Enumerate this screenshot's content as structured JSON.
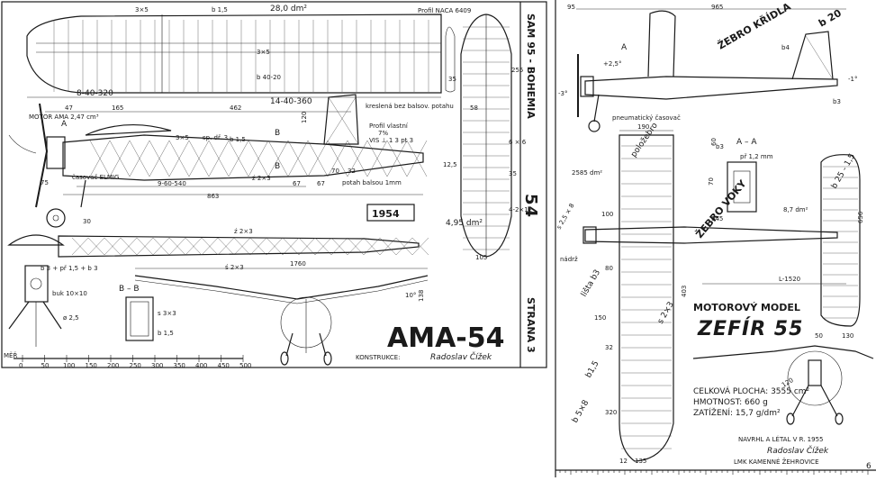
{
  "left_sheet": {
    "side_title": "SAM 95 - BOHEMIA",
    "issue": "54",
    "page": "STRANA 3",
    "year_badge": "1954",
    "title": "AMA-54",
    "designer_label": "KONSTRUKCE:",
    "designer_sig": "Radoslav Čížek",
    "wing_area": "28,0 dm²",
    "stab_area": "4,95 dm²",
    "profile_wing": "Profil NACA 6409",
    "motor_label": "MOTOR AMA 2,47 cm³",
    "timer": "časovač ELMIG",
    "a_label": "A",
    "b_label": "B",
    "section_bb": "B – B",
    "dims": {
      "d840": "8-40-320",
      "d1440": "14-40-360",
      "d47": "47",
      "d165": "165",
      "d462": "462",
      "d9540": "9-60-540",
      "d863": "863",
      "d1760": "1760",
      "d75": "75",
      "d67a": "67",
      "d67b": "67",
      "d70": "70",
      "d32": "32",
      "d58": "58",
      "d255": "255",
      "d35": "35",
      "d125": "12,5",
      "d105": "105",
      "d120": "120",
      "d56": "56",
      "d30": "30",
      "d138": "138",
      "d10": "10°",
      "d250": "250"
    },
    "notes": {
      "n1": "b 1,5",
      "n2": "3×5",
      "n3": "3×5",
      "n4": "b 40-20",
      "n5": "kreslená bez balsov. potahu",
      "n6": "Profil vlastní",
      "n7": "7%",
      "n8": "VIS ⊥ 1 3 pt 3",
      "n9": "potah balsou 1mm",
      "n10": "ź 2×3",
      "n11": "b 3 + př 1,5 + b 3",
      "n12": "buk 10×10",
      "n13": "ø 2,5",
      "n14": "s 3×3",
      "n15": "b 1,5",
      "n16": "6 × 6",
      "n17": "ź 2×3",
      "n18": "ś 2×3",
      "n19": "sp. dř. 3",
      "n20": "4-2×12"
    },
    "scale_label": "MĚŘ",
    "scale_ticks": [
      "0",
      "50",
      "100",
      "150",
      "200",
      "250",
      "300",
      "350",
      "400",
      "450",
      "500"
    ]
  },
  "right_sheet": {
    "title_line1": "MOTOROVÝ MODEL",
    "title_line2": "ZEFÍR 55",
    "spec_area": "CELKOVÁ PLOCHA: 3555 cm²",
    "spec_weight": "HMOTNOST: 660 g",
    "spec_load": "ZATÍŽENÍ: 15,7 g/dm²",
    "designed": "NAVRHL A LÉTAL V R. 1955",
    "designer_sig": "Radoslav Čížek",
    "club": "LMK KAMENNÉ ŽEHROVICE",
    "section_aa": "A – A",
    "a_label": "A",
    "labels": {
      "rib_wing": "ŽEBRO KŘÍDLA",
      "rib_stab": "ŽEBRO VOKY",
      "half_rib": "položebro",
      "spar": "lišta b3",
      "b25": "b 25 - 1,5",
      "timer": "pneumatický časovač",
      "b20": "b 20",
      "b4": "b4",
      "b3a": "b3",
      "b3b": "b3",
      "pr": "př 1,2 mm",
      "nadrz": "nádrž",
      "s2": "s 2×3",
      "b15": "b1,5",
      "b5x8": "b 5×8",
      "s25": "s 2,5 × 8"
    },
    "dims": {
      "d95": "95",
      "d965": "965",
      "d25": "+2,5°",
      "d3": "-3°",
      "d1": "-1°",
      "d190": "190",
      "d2585": "2585 dm²",
      "d87": "8,7 dm²",
      "d656": "656",
      "d1520": "L-1520",
      "d50": "50",
      "d130": "130",
      "d100": "100",
      "d60": "60",
      "d70": "70",
      "d80": "80",
      "d150": "150",
      "d32": "32",
      "d320": "320",
      "d135": "135",
      "d12": "12",
      "d403": "403",
      "d120": "120",
      "d645": "645",
      "d6": "6"
    }
  }
}
